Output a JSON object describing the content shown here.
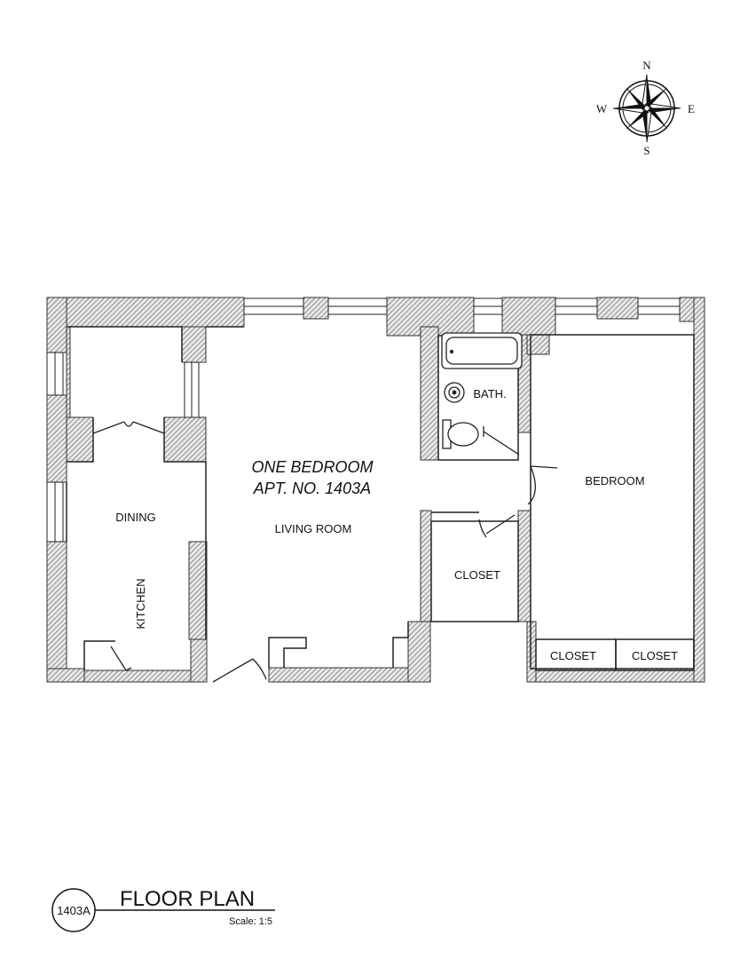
{
  "plan": {
    "title_line1": "ONE BEDROOM",
    "title_line2": "APT. NO. 1403A",
    "rooms": {
      "dining": "DINING",
      "kitchen": "KITCHEN",
      "living": "LIVING ROOM",
      "bath": "BATH.",
      "closet_hall": "CLOSET",
      "bedroom": "BEDROOM",
      "closet_left": "CLOSET",
      "closet_right": "CLOSET"
    }
  },
  "compass": {
    "north": "N",
    "south": "S",
    "east": "E",
    "west": "W"
  },
  "title_block": {
    "unit_tag": "1403A",
    "heading": "FLOOR PLAN",
    "scale": "Scale: 1:5"
  }
}
